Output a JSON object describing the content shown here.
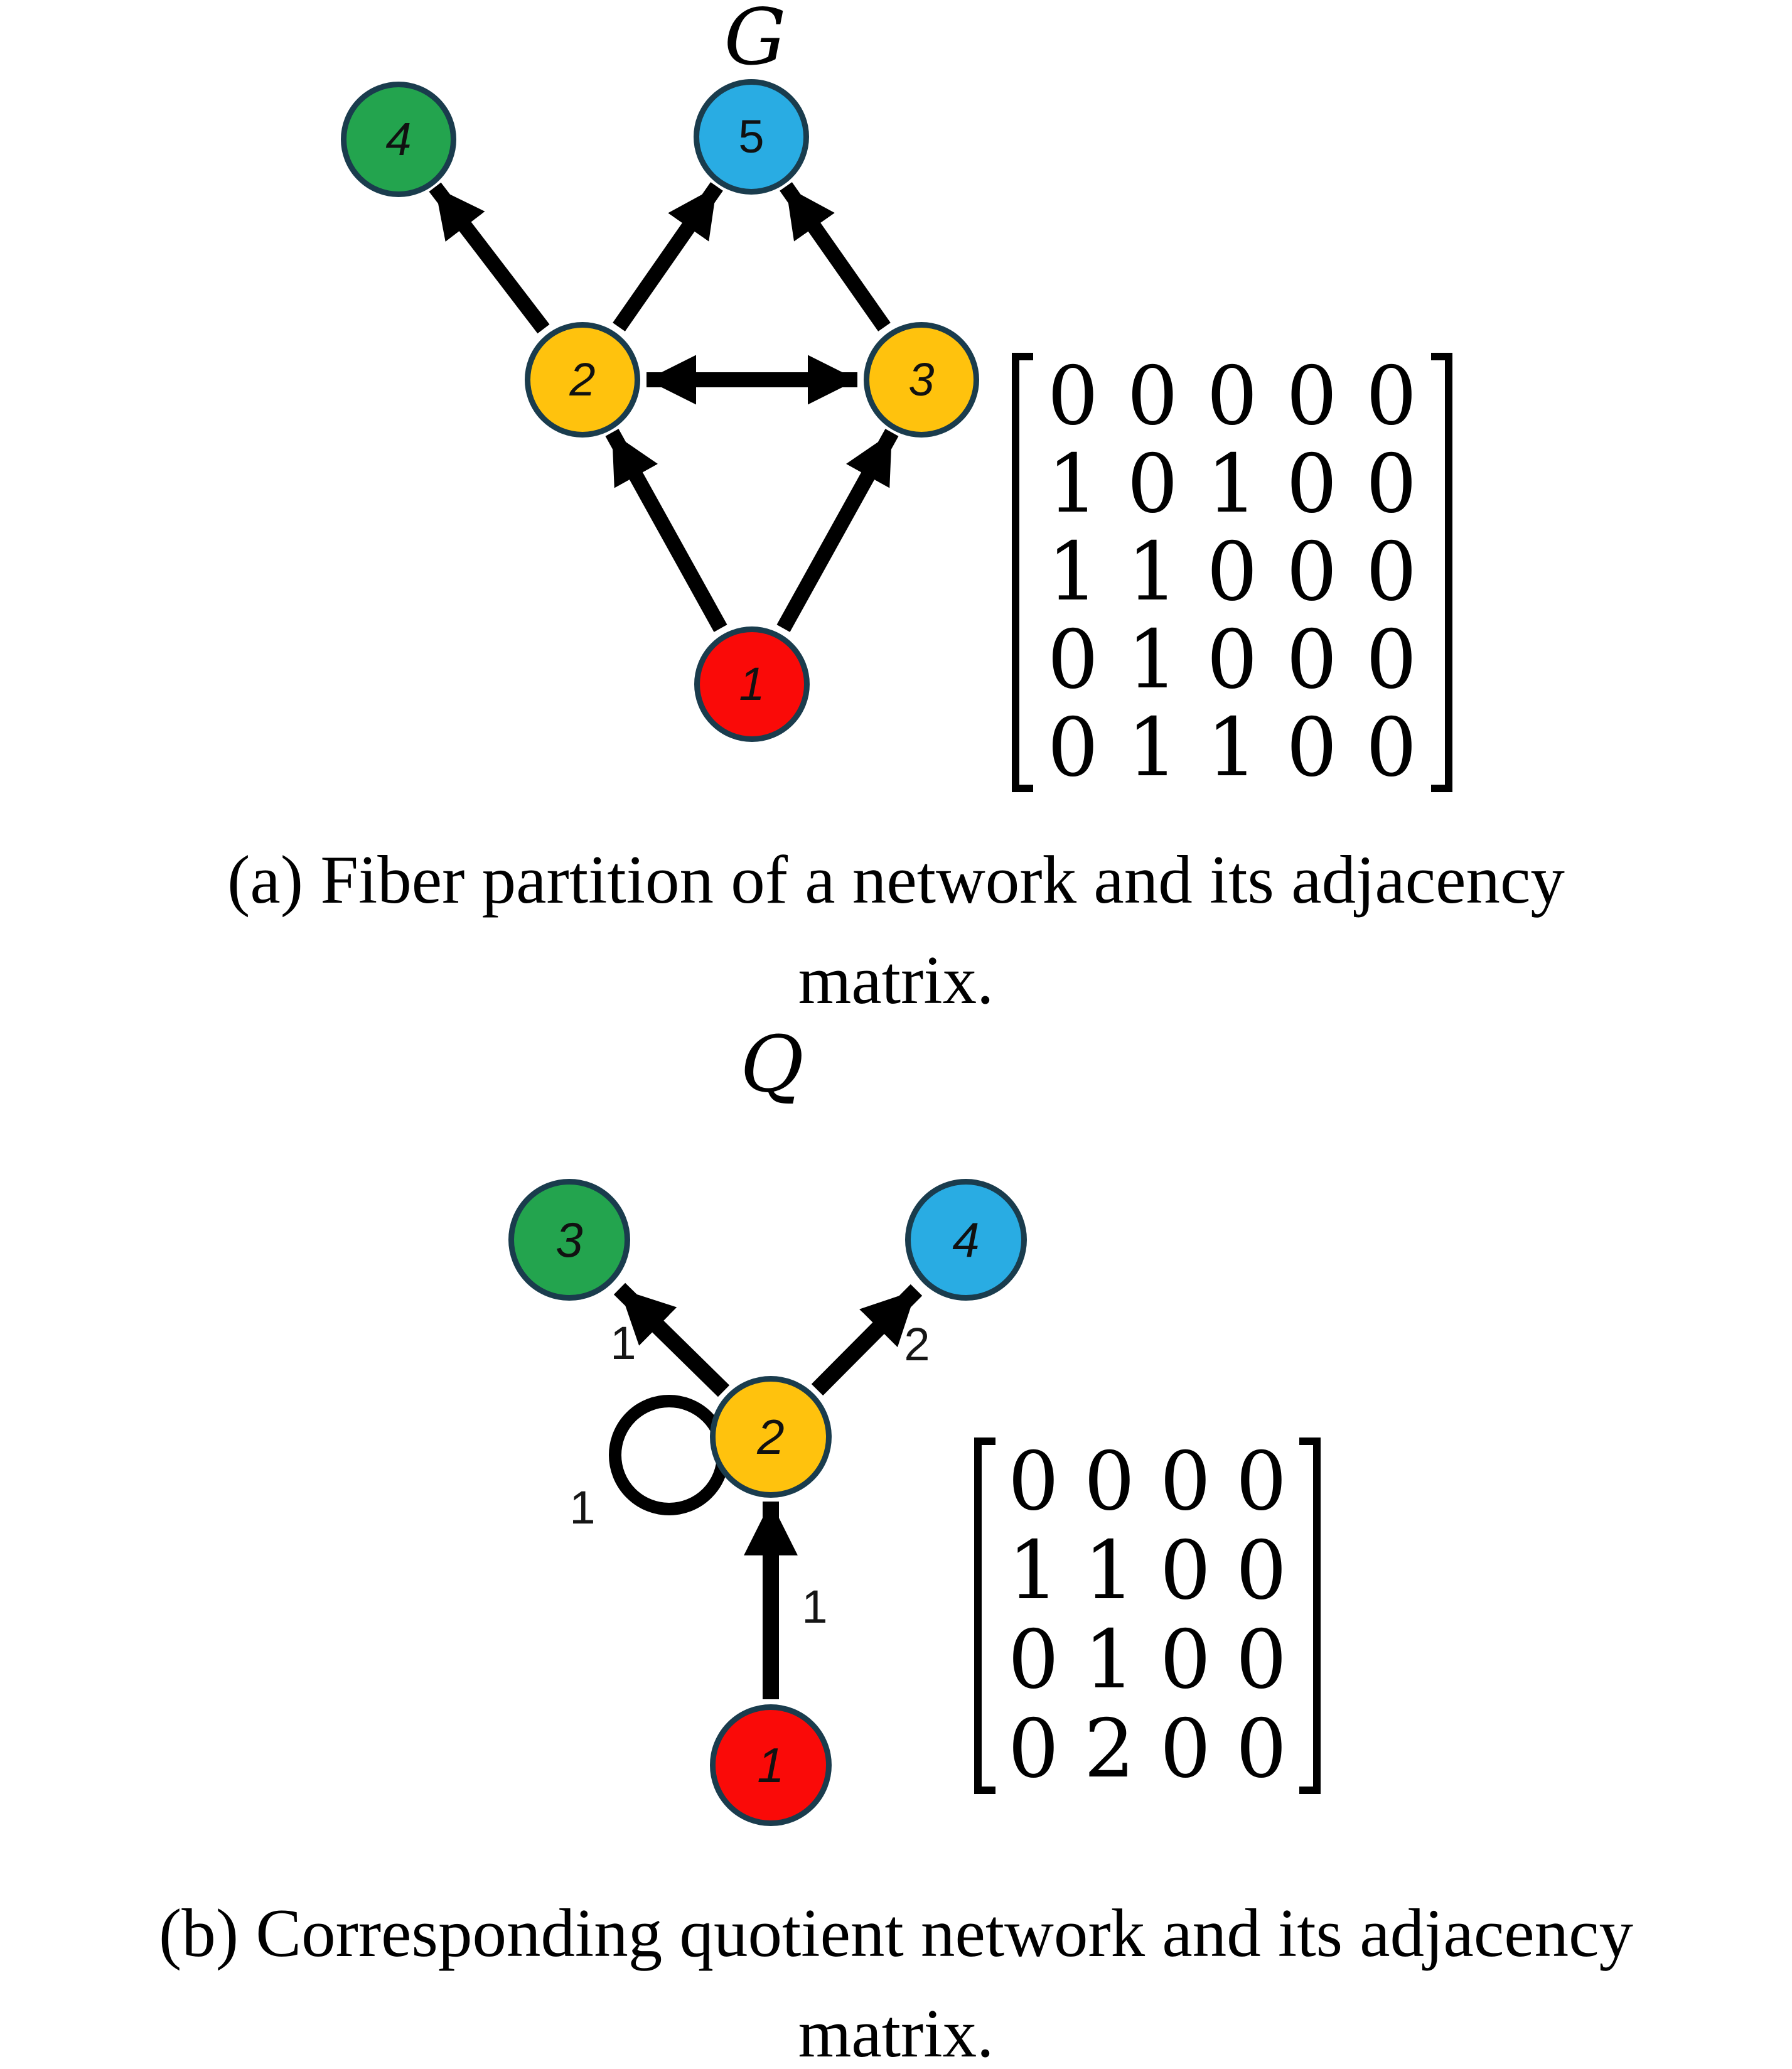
{
  "figure_a": {
    "title": "G",
    "nodes": [
      {
        "id": "1",
        "label": "1",
        "color": "#FA0A08",
        "fiber": "red"
      },
      {
        "id": "2",
        "label": "2",
        "color": "#FFC20D",
        "fiber": "yellow"
      },
      {
        "id": "3",
        "label": "3",
        "color": "#FFC20D",
        "fiber": "yellow"
      },
      {
        "id": "4",
        "label": "4",
        "color": "#23A44E",
        "fiber": "green"
      },
      {
        "id": "5",
        "label": "5",
        "color": "#29ACE3",
        "fiber": "blue"
      }
    ],
    "edges": [
      "1→2",
      "1→3",
      "2→4",
      "2→5",
      "3→5",
      "2↔3"
    ],
    "matrix": {
      "rows": [
        [
          "0",
          "0",
          "0",
          "0",
          "0"
        ],
        [
          "1",
          "0",
          "1",
          "0",
          "0"
        ],
        [
          "1",
          "1",
          "0",
          "0",
          "0"
        ],
        [
          "0",
          "1",
          "0",
          "0",
          "0"
        ],
        [
          "0",
          "1",
          "1",
          "0",
          "0"
        ]
      ]
    },
    "caption": {
      "line1": "(a) Fiber partition of a network and its adjacency",
      "line2": "matrix."
    }
  },
  "figure_b": {
    "title": "Q",
    "nodes": [
      {
        "id": "1",
        "label": "1",
        "color": "#FA0A08",
        "fiber": "red"
      },
      {
        "id": "2",
        "label": "2",
        "color": "#FFC20D",
        "fiber": "yellow"
      },
      {
        "id": "3",
        "label": "3",
        "color": "#23A44E",
        "fiber": "green"
      },
      {
        "id": "4",
        "label": "4",
        "color": "#29ACE3",
        "fiber": "blue"
      }
    ],
    "edges": [
      "1→2",
      "2→2",
      "2→3",
      "2→4"
    ],
    "edge_labels": [
      {
        "edge": "2→3",
        "text": "1"
      },
      {
        "edge": "2→4",
        "text": "2"
      },
      {
        "edge": "2→2",
        "text": "1"
      },
      {
        "edge": "1→2",
        "text": "1"
      }
    ],
    "matrix": {
      "rows": [
        [
          "0",
          "0",
          "0",
          "0"
        ],
        [
          "1",
          "1",
          "0",
          "0"
        ],
        [
          "0",
          "1",
          "0",
          "0"
        ],
        [
          "0",
          "2",
          "0",
          "0"
        ]
      ]
    },
    "caption": {
      "line1": "(b) Corresponding quotient network and its adjacency",
      "line2": "matrix."
    }
  },
  "palette": {
    "node_border": "#1A3C4D",
    "edge": "#000000",
    "background": "#FFFFFF"
  }
}
